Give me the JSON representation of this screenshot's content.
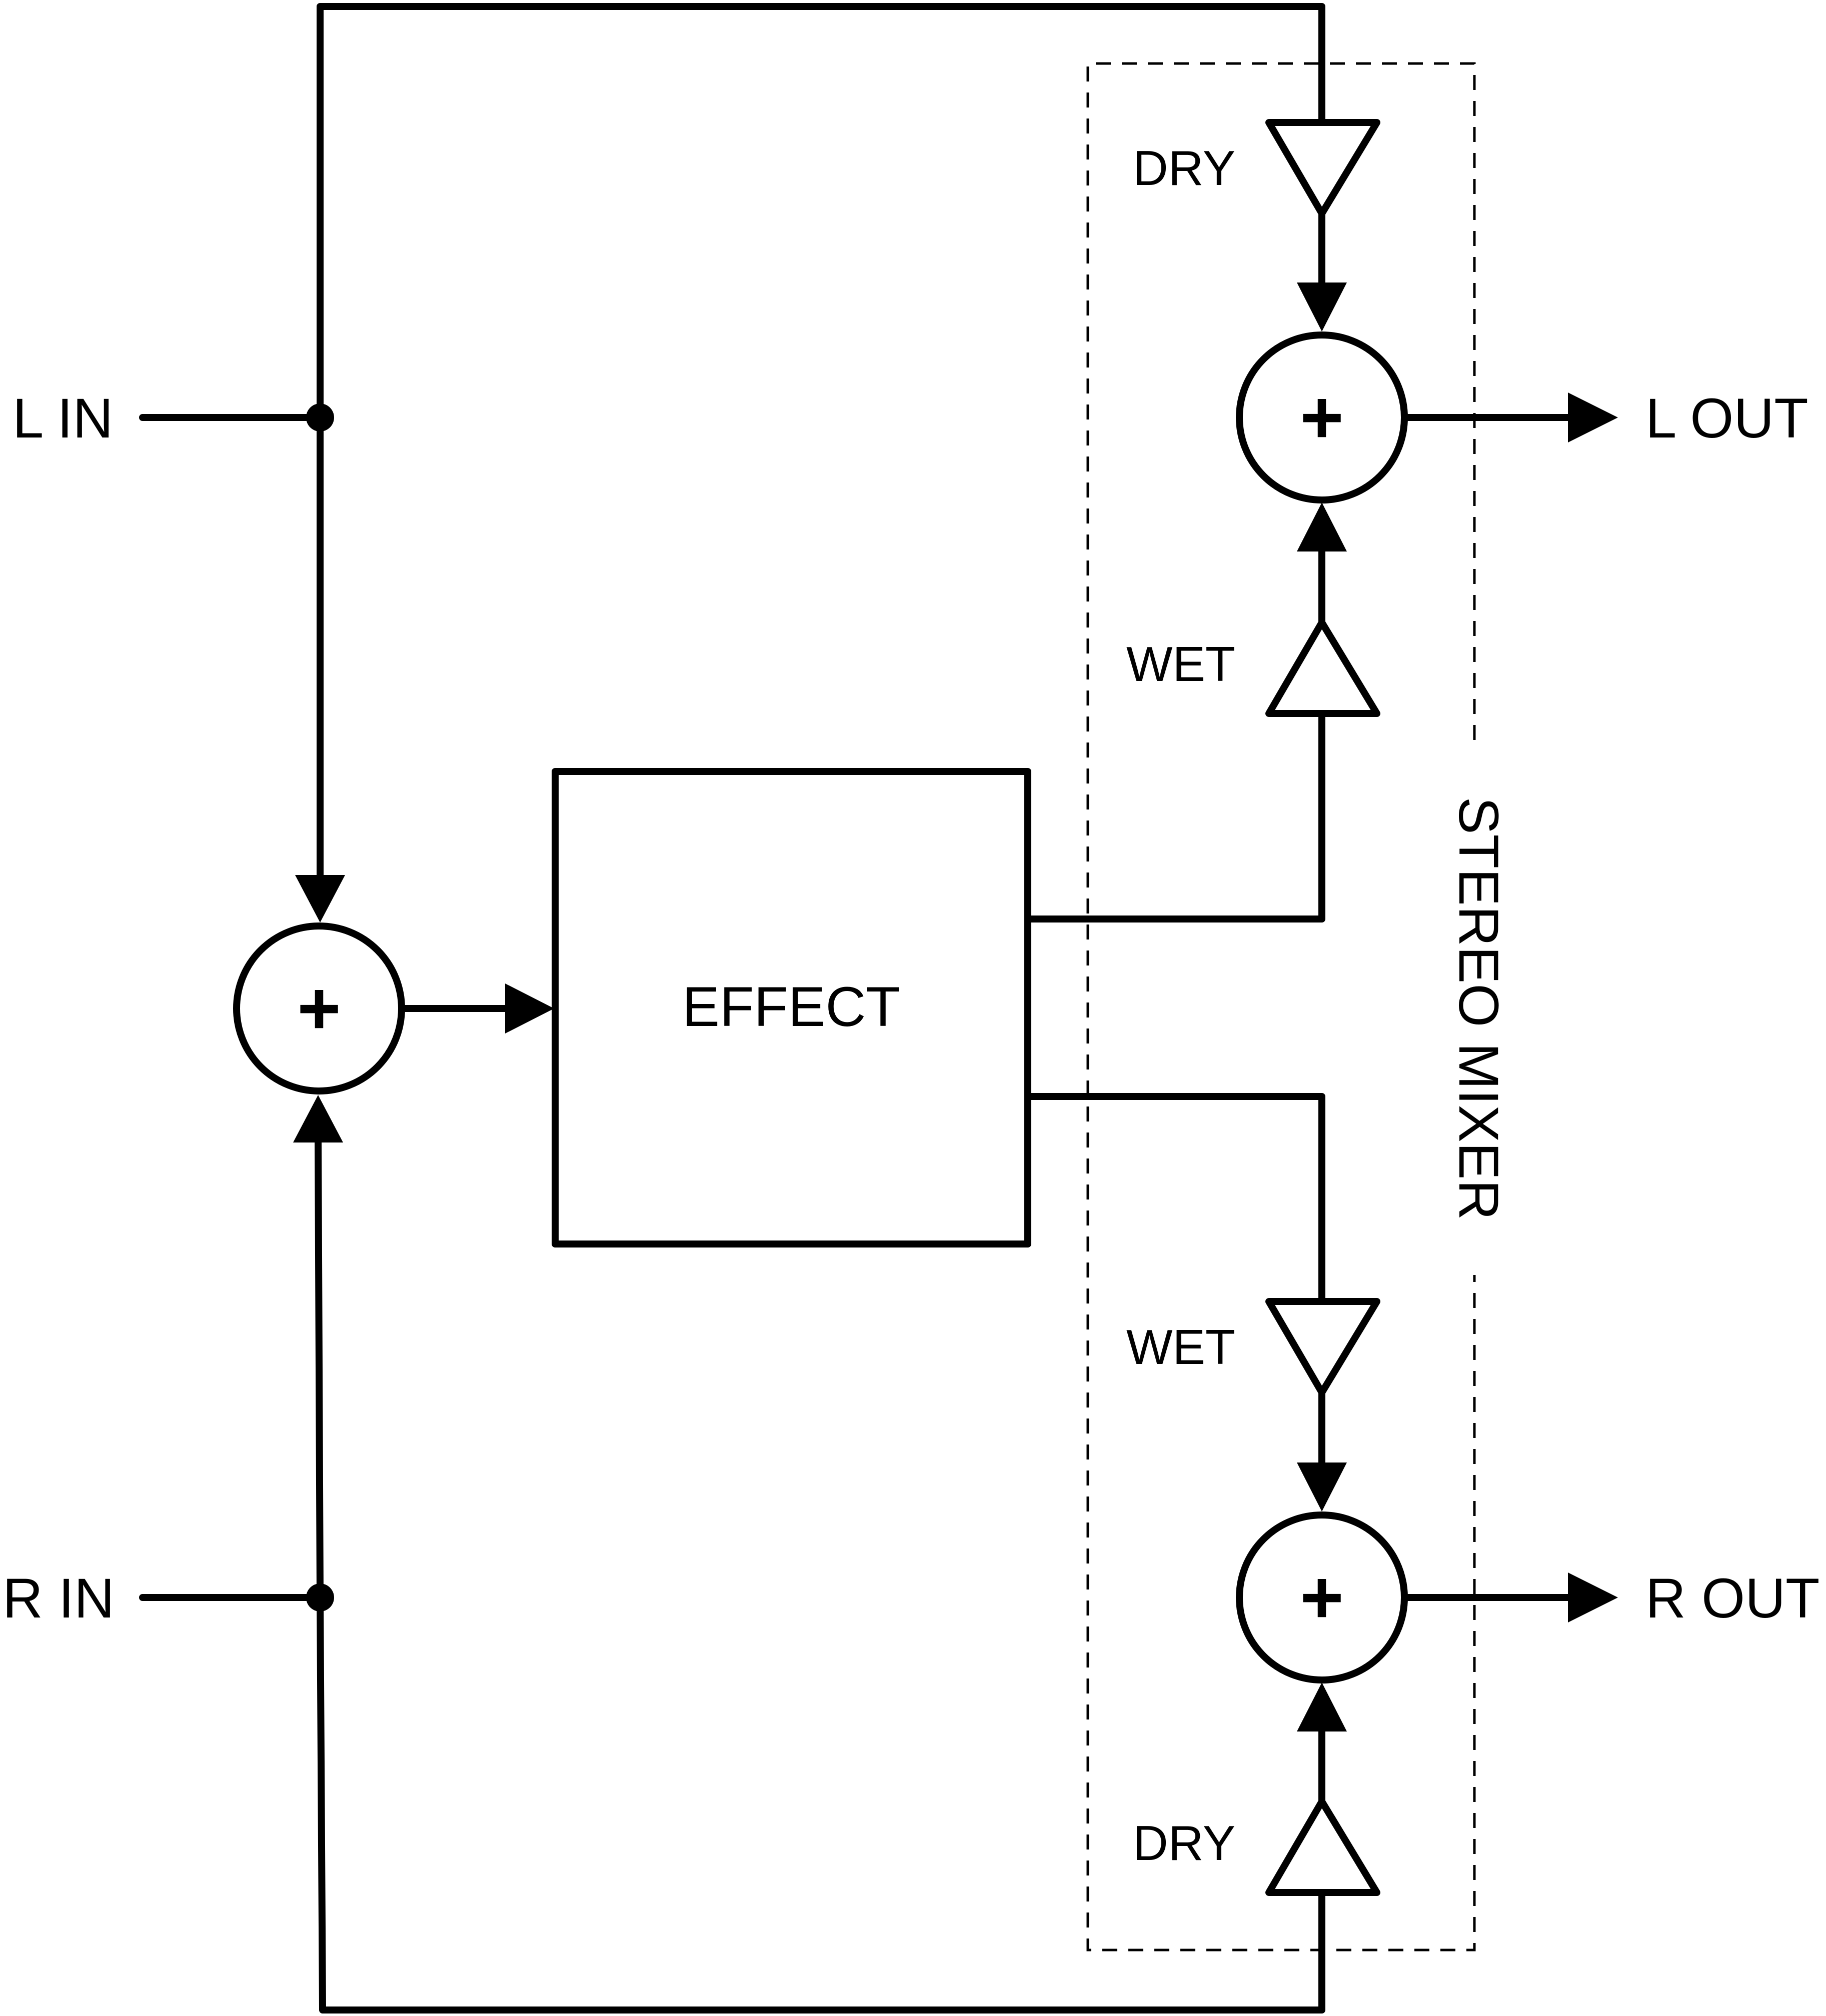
{
  "inputs": {
    "left": "L IN",
    "right": "R IN"
  },
  "outputs": {
    "left": "L OUT",
    "right": "R OUT"
  },
  "effect_label": "EFFECT",
  "mixer_label": "STEREO MIXER",
  "gains": {
    "left_dry": "DRY",
    "left_wet": "WET",
    "right_wet": "WET",
    "right_dry": "DRY"
  },
  "sum_symbol": "+"
}
